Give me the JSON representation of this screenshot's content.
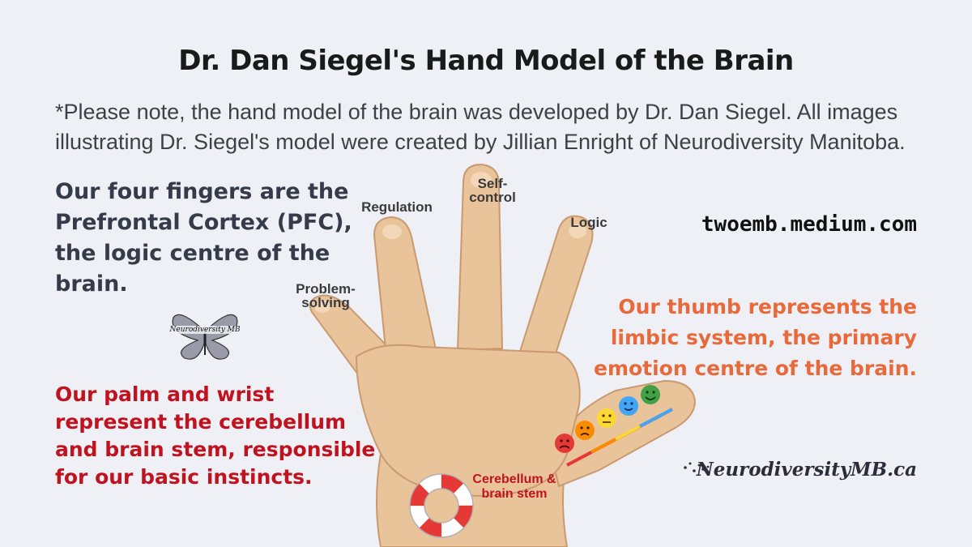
{
  "title": "Dr. Dan Siegel's Hand Model of the Brain",
  "note": "*Please note, the hand model of the brain was developed by Dr. Dan Siegel. All images illustrating Dr. Siegel's model were created by Jillian Enright of Neurodiversity Manitoba.",
  "fingers_text": "Our four fingers are the Prefrontal Cortex (PFC), the logic centre of the brain.",
  "palm_text": "Our palm and wrist represent the cerebellum and brain stem, responsible for our basic instincts.",
  "thumb_text": "Our thumb represents the limbic system, the primary emotion centre of the brain.",
  "website": "twoemb.medium.com",
  "brand": "NeurodiversityMB.ca",
  "logo_text": "Neurodiversity MB",
  "finger_labels": {
    "regulation": "Regulation",
    "self_control": "Self-control",
    "logic": "Logic",
    "problem_solving": "Problem-solving"
  },
  "cerebellum_label": "Cerebellum & brain stem",
  "colors": {
    "skin": "#e9c39a",
    "skin_shadow": "#d8a67a",
    "fingers_text": "#363b4a",
    "palm_text": "#c1121f",
    "thumb_text": "#e8693a",
    "emotion_faces": [
      "#e53935",
      "#fb8c00",
      "#fdd835",
      "#42a5f5",
      "#43a047"
    ]
  }
}
